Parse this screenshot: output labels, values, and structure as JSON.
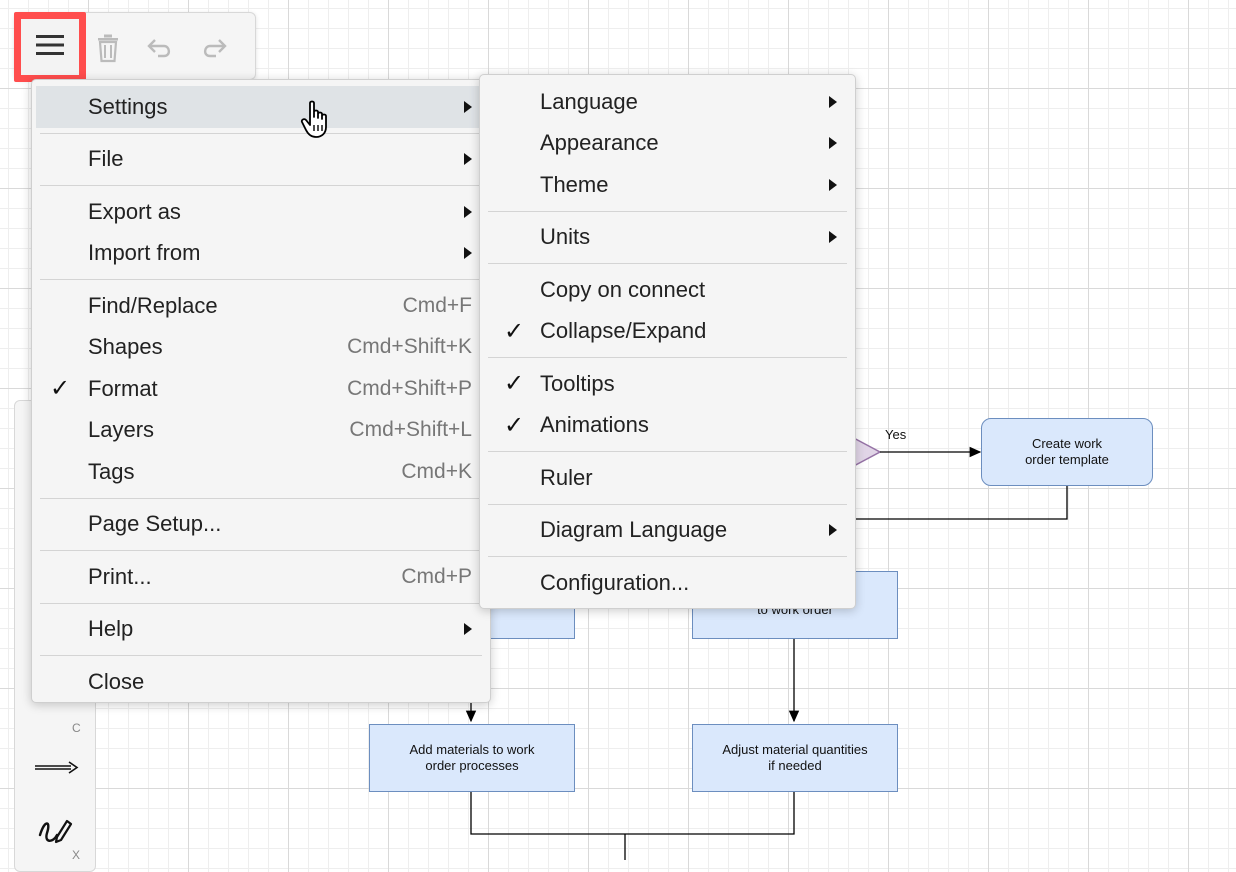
{
  "diagram": {
    "edge_label_yes": "Yes",
    "nodes": {
      "create_template": "Create work\norder template",
      "to_work_order": "to work order",
      "add_materials": "Add materials to work\norder processes",
      "adjust_quantities": "Adjust material quantities\nif needed"
    }
  },
  "sidebar": {
    "letters": [
      "C",
      "X"
    ]
  },
  "main_menu": {
    "settings": "Settings",
    "file": "File",
    "export_as": "Export as",
    "import_from": "Import from",
    "find_replace": "Find/Replace",
    "find_replace_sc": "Cmd+F",
    "shapes": "Shapes",
    "shapes_sc": "Cmd+Shift+K",
    "format": "Format",
    "format_sc": "Cmd+Shift+P",
    "layers": "Layers",
    "layers_sc": "Cmd+Shift+L",
    "tags": "Tags",
    "tags_sc": "Cmd+K",
    "page_setup": "Page Setup...",
    "print": "Print...",
    "print_sc": "Cmd+P",
    "help": "Help",
    "close": "Close"
  },
  "settings_menu": {
    "language": "Language",
    "appearance": "Appearance",
    "theme": "Theme",
    "units": "Units",
    "copy_on_connect": "Copy on connect",
    "collapse_expand": "Collapse/Expand",
    "tooltips": "Tooltips",
    "animations": "Animations",
    "ruler": "Ruler",
    "diagram_language": "Diagram Language",
    "configuration": "Configuration..."
  },
  "check_glyph": "✓",
  "colors": {
    "highlight_border": "#ff4d4d",
    "node_fill": "#dae8fc",
    "node_stroke": "#6c8ebf",
    "decision_fill": "#e1d5e7",
    "decision_stroke": "#9673a6"
  }
}
